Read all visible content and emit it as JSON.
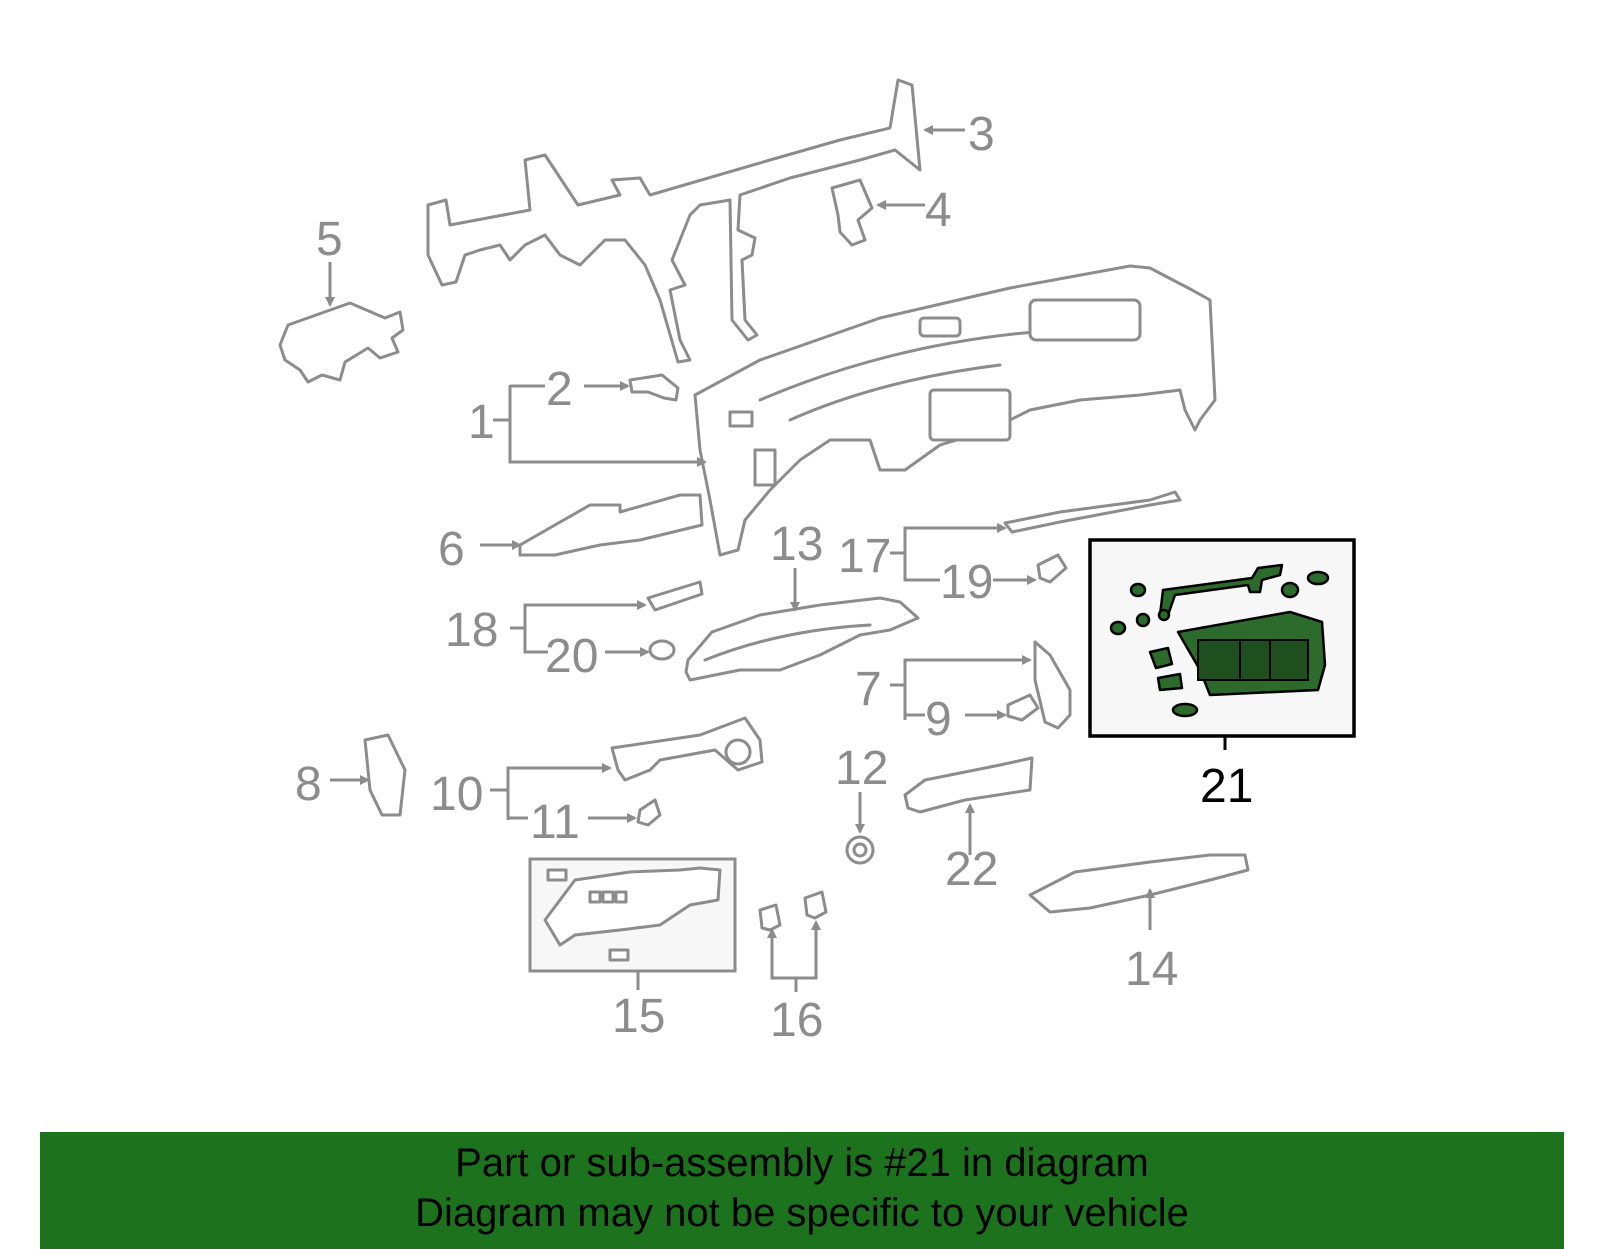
{
  "callouts": {
    "c1": "1",
    "c2": "2",
    "c3": "3",
    "c4": "4",
    "c5": "5",
    "c6": "6",
    "c7": "7",
    "c8": "8",
    "c9": "9",
    "c10": "10",
    "c11": "11",
    "c12": "12",
    "c13": "13",
    "c14": "14",
    "c15": "15",
    "c16": "16",
    "c17": "17",
    "c18": "18",
    "c19": "19",
    "c20": "20",
    "c21": "21",
    "c22": "22"
  },
  "highlighted_part": "21",
  "colors": {
    "banner": "#1d731d",
    "highlight_fill": "#2c6b2c",
    "part_stroke": "#8c8c8c"
  },
  "banner": {
    "line1": "Part or sub-assembly is #21 in diagram",
    "line2": "Diagram may not be specific to your vehicle"
  }
}
